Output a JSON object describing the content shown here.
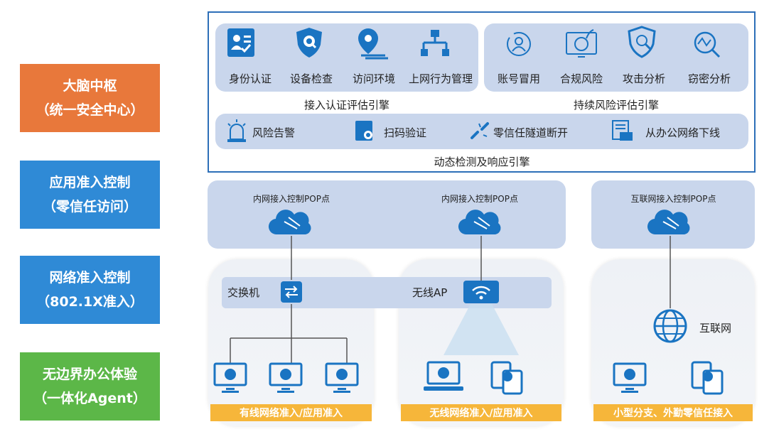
{
  "left_column": [
    {
      "line1": "大脑中枢",
      "line2": "（统一安全中心）",
      "color": "#e8783b"
    },
    {
      "line1": "应用准入控制",
      "line2": "（零信任访问）",
      "color": "#2f8ad6"
    },
    {
      "line1": "网络准入控制",
      "line2": "（802.1X准入）",
      "color": "#2f8ad6"
    },
    {
      "line1": "无边界办公体验",
      "line2": "（一体化Agent）",
      "color": "#5cb748"
    }
  ],
  "auth_engine": {
    "items": [
      "身份认证",
      "设备检查",
      "访问环境",
      "上网行为管理"
    ],
    "title": "接入认证评估引擎"
  },
  "risk_engine": {
    "items": [
      "账号冒用",
      "合规风险",
      "攻击分析",
      "窃密分析"
    ],
    "title": "持续风险评估引擎"
  },
  "response_engine": {
    "items": [
      "风险告警",
      "扫码验证",
      "零信任隧道断开",
      "从办公网络下线"
    ],
    "title": "动态检测及响应引擎"
  },
  "pop": [
    "内网接入控制POP点",
    "内网接入控制POP点",
    "互联网接入控制POP点"
  ],
  "network": {
    "switch": "交换机",
    "wireless": "无线AP",
    "internet": "互联网"
  },
  "bottom_labels": [
    "有线网络准入/应用准入",
    "无线网络准入/应用准入",
    "小型分支、外勤零信任接入"
  ],
  "colors": {
    "accent": "#1a74c2",
    "panel": "#c9d6ec",
    "orange": "#f6b63a"
  }
}
